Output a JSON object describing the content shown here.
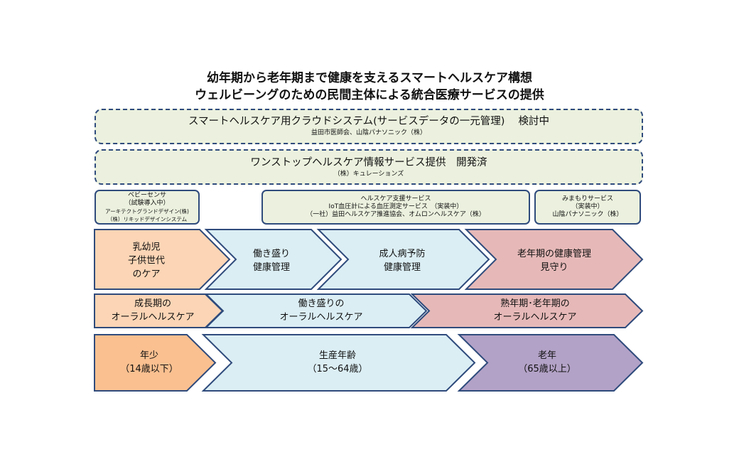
{
  "title": {
    "line1": "幼年期から老年期まで健康を支えるスマートヘルスケア構想",
    "line2": "ウェルビーングのための民間主体による統合医療サービスの提供"
  },
  "cloud_system": {
    "label": "スマートヘルスケア用クラウドシステム(サービスデータの一元管理)　 検討中",
    "org": "益田市医師会、山陰パナソニック（株）"
  },
  "onestop_service": {
    "label": "ワンストップヘルスケア情報サービス提供　開発済",
    "org": "（株）キュレーションズ"
  },
  "services": {
    "baby_sensor": {
      "line1": "ベビーセンサ",
      "line2": "（試験導入中）",
      "line3": "アーキテクトグランドデザイン(株)",
      "line4": "（株）リキッドデザインシステム"
    },
    "healthcare_support": {
      "line1": "ヘルスケア支援サービス",
      "line2": "IoT血圧計による血圧測定サービス　（実装中）",
      "line3": "（一社）益田ヘルスケア推進協会、オムロンヘルスケア（株）"
    },
    "watch_service": {
      "line1": "みまもりサービス",
      "line2": "（実装中）",
      "line3": "山陰パナソニック（株）"
    }
  },
  "row_care": [
    {
      "line1": "乳幼児",
      "line2": "子供世代",
      "line3": "のケア",
      "color": "#fbd5b5"
    },
    {
      "line1": "働き盛り",
      "line2": "健康管理",
      "color": "#dbeef4"
    },
    {
      "line1": "成人病予防",
      "line2": "健康管理",
      "color": "#dbeef4"
    },
    {
      "line1": "老年期の健康管理",
      "line2": "見守り",
      "color": "#e6b9b8"
    }
  ],
  "row_oral": [
    {
      "line1": "成長期の",
      "line2": "オーラルヘルスケア",
      "color": "#fbd5b5"
    },
    {
      "line1": "働き盛りの",
      "line2": "オーラルヘルスケア",
      "color": "#dbeef4"
    },
    {
      "line1": "熟年期･老年期の",
      "line2": "オーラルヘルスケア",
      "color": "#e6b9b8"
    }
  ],
  "row_age": [
    {
      "line1": "年少",
      "line2": "（14歳以下）",
      "color": "#fac090"
    },
    {
      "line1": "生産年齢",
      "line2": "（15～64歳）",
      "color": "#dbeef4"
    },
    {
      "line1": "老年",
      "line2": "（65歳以上）",
      "color": "#b3a2c7"
    }
  ],
  "colors": {
    "border": "#2f4b7c",
    "box_fill": "#ebf1de"
  }
}
